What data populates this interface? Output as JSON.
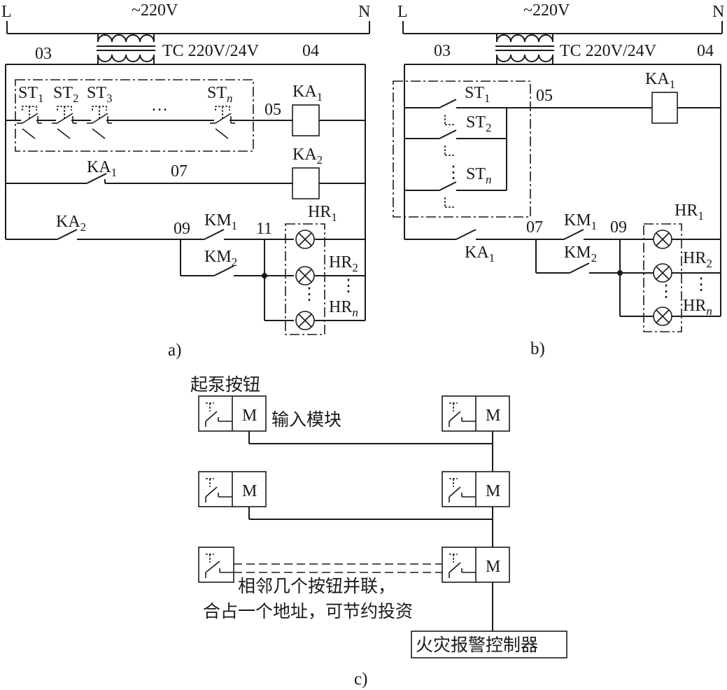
{
  "panel_a": {
    "supply_left": "L",
    "supply_voltage": "~220V",
    "supply_right": "N",
    "node_03": "03",
    "transformer": "TC 220V/24V",
    "node_04": "04",
    "switches": [
      {
        "base": "ST",
        "sub": "1"
      },
      {
        "base": "ST",
        "sub": "2"
      },
      {
        "base": "ST",
        "sub": "3"
      },
      {
        "base": "ST",
        "sub": "n"
      }
    ],
    "ellipsis": "…",
    "node_05": "05",
    "relay1": {
      "base": "KA",
      "sub": "1"
    },
    "relay2": {
      "base": "KA",
      "sub": "2"
    },
    "ka1_contact": {
      "base": "KA",
      "sub": "1"
    },
    "node_07": "07",
    "ka2_contact": {
      "base": "KA",
      "sub": "2"
    },
    "node_09": "09",
    "km1": {
      "base": "KM",
      "sub": "1"
    },
    "node_11": "11",
    "km2": {
      "base": "KM",
      "sub": "2"
    },
    "lamps": [
      {
        "base": "HR",
        "sub": "1"
      },
      {
        "base": "HR",
        "sub": "2"
      },
      {
        "base": "HR",
        "sub": "n"
      }
    ],
    "caption": "a)"
  },
  "panel_b": {
    "supply_left": "L",
    "supply_voltage": "~220V",
    "supply_right": "N",
    "node_03": "03",
    "transformer": "TC 220V/24V",
    "node_04": "04",
    "switches": [
      {
        "base": "ST",
        "sub": "1"
      },
      {
        "base": "ST",
        "sub": "2"
      },
      {
        "base": "ST",
        "sub": "n"
      }
    ],
    "node_05": "05",
    "relay1": {
      "base": "KA",
      "sub": "1"
    },
    "ka1_contact": {
      "base": "KA",
      "sub": "1"
    },
    "node_07": "07",
    "km1": {
      "base": "KM",
      "sub": "1"
    },
    "node_09": "09",
    "km2": {
      "base": "KM",
      "sub": "2"
    },
    "lamps": [
      {
        "base": "HR",
        "sub": "1"
      },
      {
        "base": "HR",
        "sub": "2"
      },
      {
        "base": "HR",
        "sub": "n"
      }
    ],
    "caption": "b)"
  },
  "panel_c": {
    "start_button_label": "起泵按钮",
    "module_letter": "M",
    "input_module_label": "输入模块",
    "note_line1": "相邻几个按钮并联，",
    "note_line2": "合占一个地址，可节约投资",
    "controller_label": "火灾报警控制器",
    "caption": "c)"
  }
}
